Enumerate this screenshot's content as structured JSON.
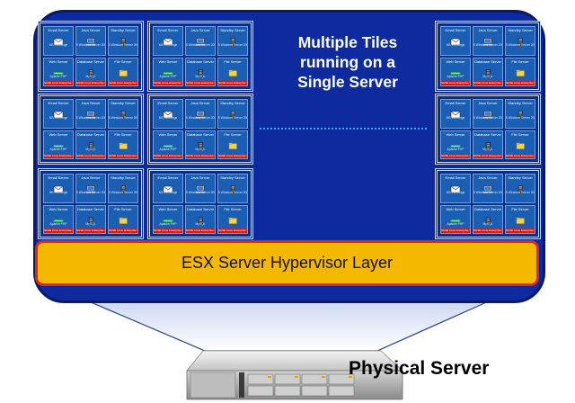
{
  "title_lines": [
    "Multiple Tiles",
    "running on a",
    "Single Server"
  ],
  "hypervisor_label": "ESX Server Hypervisor Layer",
  "server_label": "Physical Server",
  "tile_vms": [
    {
      "name": "Email Server",
      "icon": "envelope-icon",
      "sub": "MS Exchange",
      "foot": ""
    },
    {
      "name": "Java Server",
      "icon": "computer-icon",
      "sub": "MS Windows Server 2003",
      "foot": ""
    },
    {
      "name": "Standby Server",
      "icon": "server-tower-icon",
      "sub": "MS Windows Server 2003",
      "foot": ""
    },
    {
      "name": "Web Server",
      "icon": "web-icon",
      "sub": "Apache PHP",
      "foot": "SUSE Linux Enterprise Server 10"
    },
    {
      "name": "Database Server",
      "icon": "database-icon",
      "sub": "MySQL",
      "foot": "SUSE Linux Enterprise Server 10"
    },
    {
      "name": "File Server",
      "icon": "folder-icon",
      "sub": "",
      "foot": "SUSE Linux Enterprise Server 10"
    }
  ],
  "colors": {
    "panel": "#0d2a9e",
    "hypervisor_fill": "#f5b800",
    "hypervisor_border": "#d8261e",
    "tile_dots": "#3fa0ff",
    "trapezoid_top": "#b7c6ec",
    "trapezoid_bottom": "#ffffff"
  }
}
